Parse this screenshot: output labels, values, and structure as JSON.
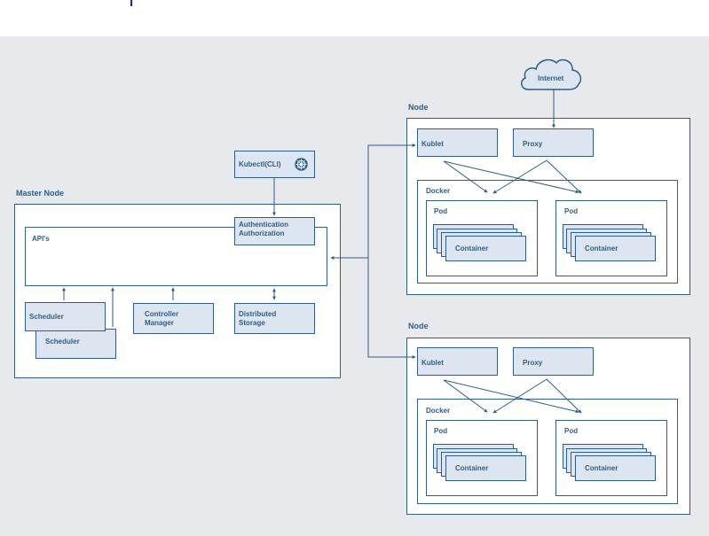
{
  "master": {
    "title": "Master Node",
    "apis": "API's",
    "auth": [
      "Authentication",
      "Authorization"
    ],
    "scheduler": "Scheduler",
    "controller": [
      "Controller",
      "Manager"
    ],
    "storage": [
      "Distributed",
      "Storage"
    ]
  },
  "kubectl": "Kubectl(CLI)",
  "internet": "Internet",
  "nodes": [
    {
      "title": "Node",
      "kublet": "Kublet",
      "proxy": "Proxy",
      "docker": "Docker",
      "pods": [
        {
          "label": "Pod",
          "container": "Container"
        },
        {
          "label": "Pod",
          "container": "Container"
        }
      ]
    },
    {
      "title": "Node",
      "kublet": "Kublet",
      "proxy": "Proxy",
      "docker": "Docker",
      "pods": [
        {
          "label": "Pod",
          "container": "Container"
        },
        {
          "label": "Pod",
          "container": "Container"
        }
      ]
    }
  ],
  "colors": {
    "line": "#2e5d87",
    "fill": "#dde6f0",
    "background": "#e8e9ec"
  },
  "icons": [
    "cloud-icon",
    "helm-wheel-icon"
  ]
}
